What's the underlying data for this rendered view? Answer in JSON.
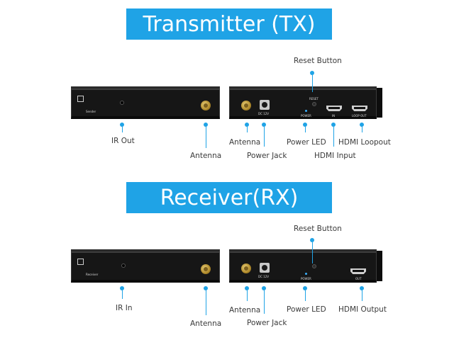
{
  "transmitter": {
    "title": "Transmitter (TX)",
    "labels": {
      "ir_out": "IR Out",
      "antenna_left": "Antenna",
      "antenna_right": "Antenna",
      "power_jack": "Power Jack",
      "power_led": "Power LED",
      "hdmi_input": "HDMI Input",
      "hdmi_loopout": "HDMI Loopout",
      "reset_button": "Reset Button"
    },
    "panel_text": {
      "sender": "Sender",
      "dc": "DC 12V",
      "power": "POWER",
      "reset": "RESET",
      "in": "IN",
      "loop_out": "LOOP OUT"
    }
  },
  "receiver": {
    "title": "Receiver(RX)",
    "labels": {
      "ir_in": "IR In",
      "antenna_left": "Antenna",
      "antenna_right": "Antenna",
      "power_jack": "Power Jack",
      "power_led": "Power LED",
      "hdmi_output": "HDMI Output",
      "reset_button": "Reset Button"
    },
    "panel_text": {
      "receiver": "Receiver",
      "dc": "DC 12V",
      "power": "POWER",
      "out": "OUT"
    }
  },
  "colors": {
    "accent": "#1fa3e6",
    "device": "#161616",
    "text": "#3a3a3a"
  }
}
